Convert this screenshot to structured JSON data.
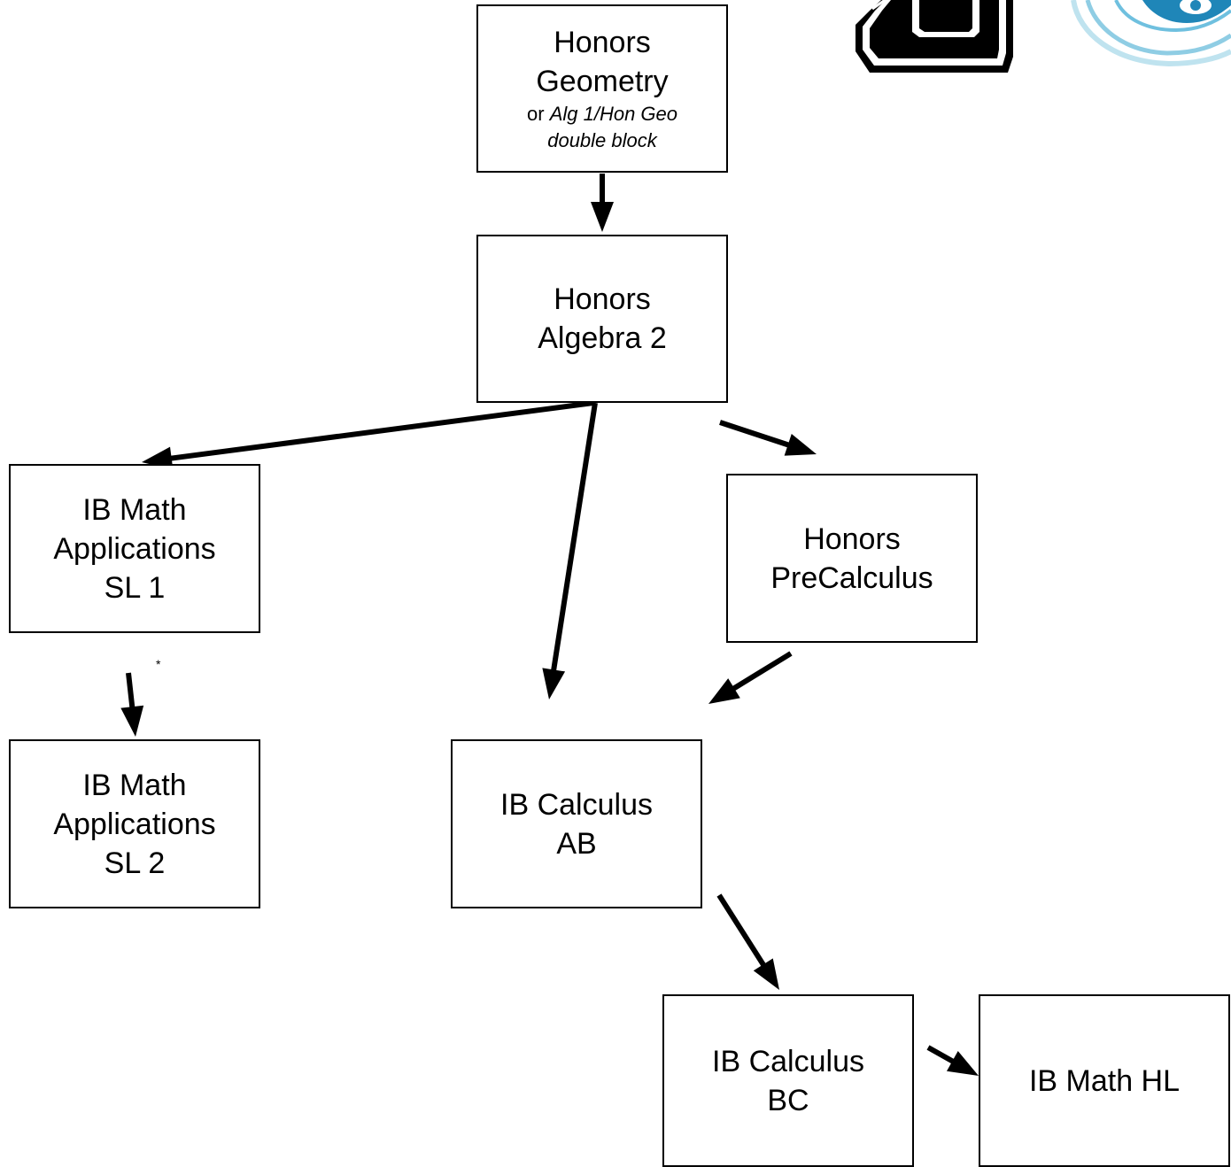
{
  "nodes": {
    "honors_geometry": {
      "line1": "Honors",
      "line2": "Geometry",
      "sub_prefix": "or ",
      "sub_italic_1": "Alg 1/Hon Geo",
      "sub_italic_2": "double block"
    },
    "honors_algebra2": {
      "line1": "Honors",
      "line2": "Algebra 2"
    },
    "ib_apps_sl1": {
      "line1": "IB Math",
      "line2": "Applications",
      "line3": "SL 1"
    },
    "honors_precalc": {
      "line1": "Honors",
      "line2": "PreCalculus"
    },
    "ib_apps_sl2": {
      "line1": "IB Math",
      "line2": "Applications",
      "line3": "SL 2"
    },
    "ib_calc_ab": {
      "line1": "IB Calculus",
      "line2": "AB"
    },
    "ib_calc_bc": {
      "line1": "IB Calculus",
      "line2": "BC"
    },
    "ib_math_hl": {
      "line1": "IB Math HL"
    }
  },
  "edges": [
    {
      "from": "honors_geometry",
      "to": "honors_algebra2"
    },
    {
      "from": "honors_algebra2",
      "to": "ib_apps_sl1"
    },
    {
      "from": "honors_algebra2",
      "to": "ib_calc_ab"
    },
    {
      "from": "honors_algebra2",
      "to": "honors_precalc"
    },
    {
      "from": "honors_precalc",
      "to": "ib_calc_ab"
    },
    {
      "from": "ib_apps_sl1",
      "to": "ib_apps_sl2"
    },
    {
      "from": "ib_calc_ab",
      "to": "ib_calc_bc"
    },
    {
      "from": "ib_calc_bc",
      "to": "ib_math_hl"
    }
  ],
  "footnote_marker": "*",
  "logos": [
    {
      "name": "school-c-logo-icon",
      "color": "#000000"
    },
    {
      "name": "ib-world-logo-icon",
      "color": "#1f86b8"
    }
  ]
}
